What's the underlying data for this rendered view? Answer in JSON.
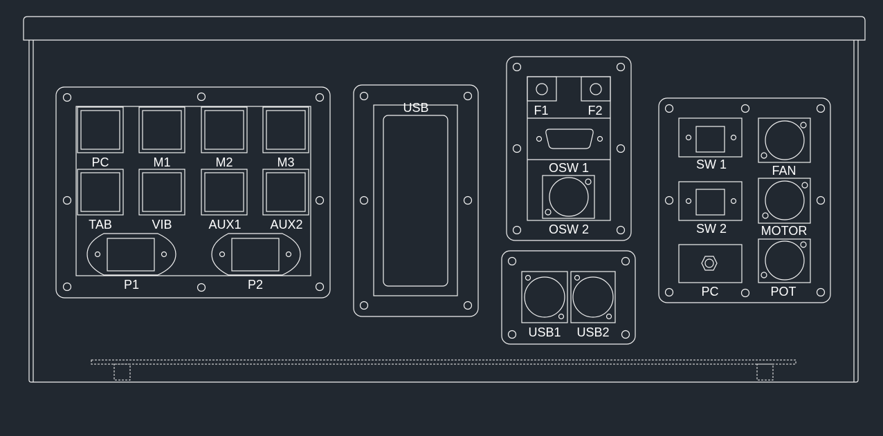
{
  "colors": {
    "background": "#212830",
    "line": "#f2f2f2",
    "text": "#ffffff"
  },
  "left_panel": {
    "labels": {
      "pc": "PC",
      "m1": "M1",
      "m2": "M2",
      "m3": "M3",
      "tab": "TAB",
      "vib": "VIB",
      "aux1": "AUX1",
      "aux2": "AUX2",
      "p1": "P1",
      "p2": "P2"
    }
  },
  "usb_panel": {
    "label": "USB"
  },
  "osw_panel": {
    "f1": "F1",
    "f2": "F2",
    "osw1": "OSW 1",
    "osw2": "OSW 2"
  },
  "usb_pair_panel": {
    "usb1": "USB1",
    "usb2": "USB2"
  },
  "right_panel": {
    "sw1": "SW 1",
    "fan": "FAN",
    "sw2": "SW 2",
    "motor": "MOTOR",
    "pc": "PC",
    "pot": "POT"
  }
}
